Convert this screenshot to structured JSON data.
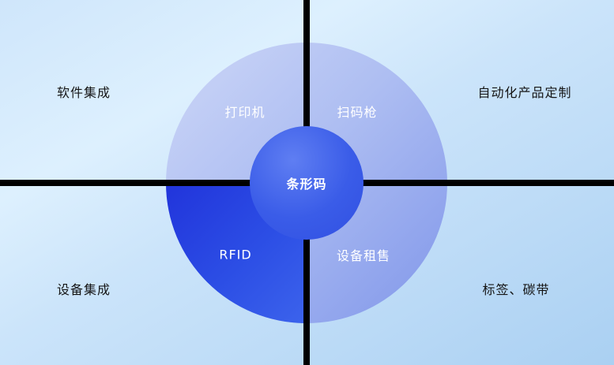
{
  "diagram": {
    "center_label": "条形码",
    "quadrant_labels": {
      "top_left": "打印机",
      "top_right": "扫码枪",
      "bottom_left": "RFID",
      "bottom_right": "设备租售"
    },
    "corner_labels": {
      "top_left": "软件集成",
      "top_right": "自动化产品定制",
      "bottom_left": "设备集成",
      "bottom_right": "标签、碳带"
    },
    "colors": {
      "background_top": "#ddf0fe",
      "background_bottom": "#aad0f2",
      "divider": "#000000",
      "circle_light": "#cdd7f7",
      "circle_dark": "#8096ea",
      "rfid_quadrant": "#2c4ee5",
      "inner_circle": "#3a5ce8",
      "label_text": "#ffffff",
      "corner_text": "#151515"
    }
  }
}
